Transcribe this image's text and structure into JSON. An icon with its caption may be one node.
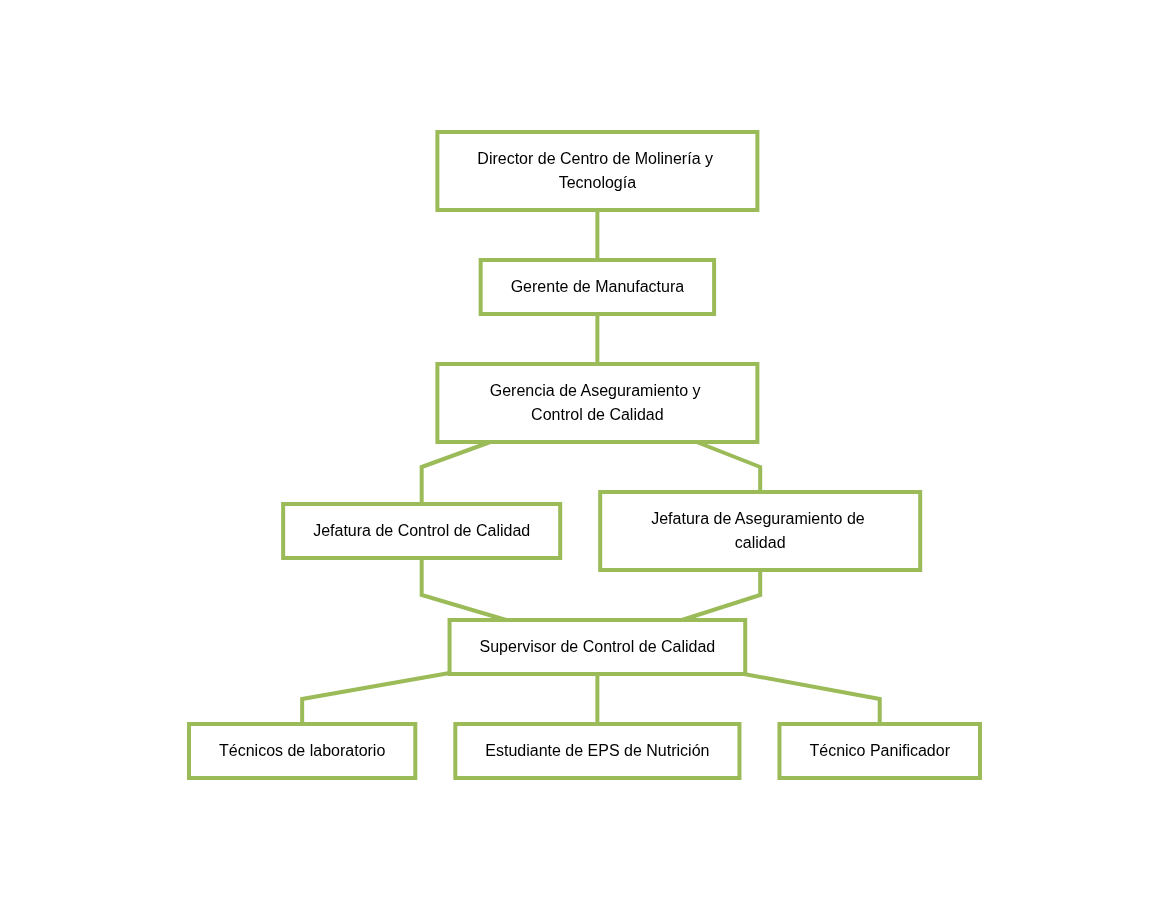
{
  "diagram": {
    "nodes": [
      {
        "text": [
          "Director de Centro de Molinería y Tecnología"
        ]
      },
      {
        "text": [
          "Gerente de Manufactura"
        ]
      },
      {
        "text": [
          "Gerencia de Aseguramiento y Control de Calidad"
        ]
      },
      {
        "text": [
          "Jefatura de Control de Calidad"
        ]
      },
      {
        "text": [
          "Jefatura de Aseguramiento de calidad"
        ]
      },
      {
        "text": [
          "Supervisor de Control de Calidad"
        ]
      },
      {
        "text": [
          "Técnicos de laboratorio"
        ]
      },
      {
        "text": [
          "Estudiante de EPS de Nutrición"
        ]
      },
      {
        "text": [
          "Técnico Panificador"
        ]
      }
    ],
    "edges": [
      {
        "from": 0,
        "to": 1,
        "arrow": "none"
      },
      {
        "from": 1,
        "to": 2,
        "arrow": "none"
      },
      {
        "from": 2,
        "to": 3,
        "arrow": "none"
      },
      {
        "from": 2,
        "to": 4,
        "arrow": "none"
      },
      {
        "from": 3,
        "to": 5,
        "arrow": "none"
      },
      {
        "from": 4,
        "to": 5,
        "arrow": "none"
      },
      {
        "from": 5,
        "to": 6,
        "arrow": "none"
      },
      {
        "from": 5,
        "to": 7,
        "arrow": "none"
      },
      {
        "from": 5,
        "to": 8,
        "arrow": "none"
      }
    ]
  }
}
